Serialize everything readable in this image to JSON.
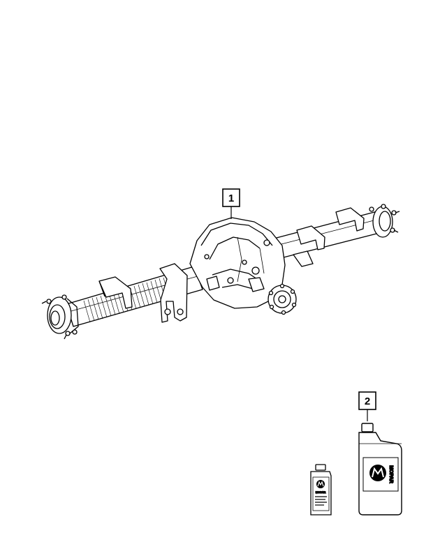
{
  "callouts": [
    {
      "label": "1"
    },
    {
      "label": "2"
    }
  ],
  "bottle_large": {
    "brand": "MOPAR"
  },
  "bottle_small": {
    "brand": "MOPAR"
  }
}
